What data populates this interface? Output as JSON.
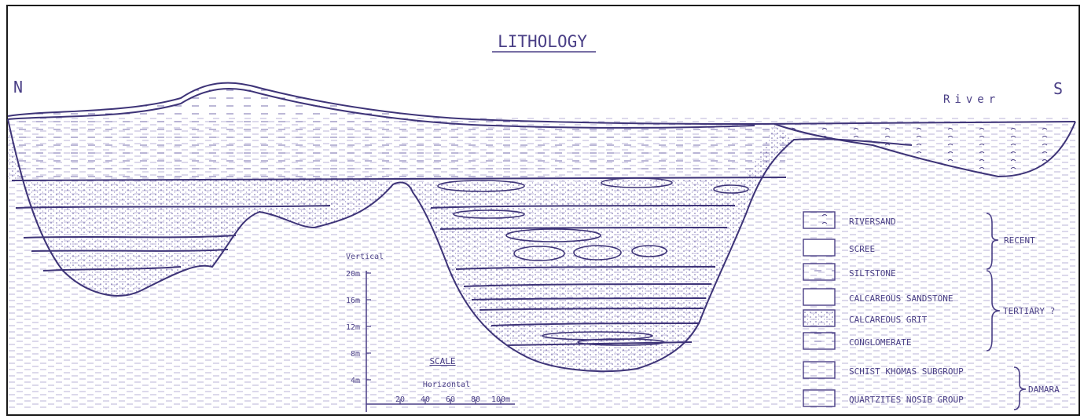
{
  "title": "LITHOLOGY",
  "compass": {
    "north": "N",
    "south": "S"
  },
  "river_label": "River",
  "scale": {
    "vertical_label": "Vertical",
    "vertical_ticks": [
      "20m",
      "16m",
      "12m",
      "8m",
      "4m"
    ],
    "title": "SCALE",
    "horizontal_label": "Horizontal",
    "horizontal_ticks": [
      "20",
      "40",
      "60",
      "80",
      "100m"
    ]
  },
  "legend": {
    "items": [
      {
        "label": "RIVERSAND",
        "pattern": "riversand"
      },
      {
        "label": "SCREE",
        "pattern": "scree"
      },
      {
        "label": "SILTSTONE",
        "pattern": "siltstone"
      },
      {
        "label": "CALCAREOUS SANDSTONE",
        "pattern": "sandstone"
      },
      {
        "label": "CALCAREOUS GRIT",
        "pattern": "grit"
      },
      {
        "label": "CONGLOMERATE",
        "pattern": "conglomerate"
      },
      {
        "label": "SCHIST   KHOMAS SUBGROUP",
        "pattern": "schist"
      },
      {
        "label": "QUARTZITES  NOSIB GROUP",
        "pattern": "quartzite"
      }
    ],
    "groups": [
      "RECENT",
      "TERTIARY ?",
      "DAMARA"
    ]
  },
  "colors": {
    "ink": "#4a3f86",
    "frame": "#1a1a1a"
  }
}
